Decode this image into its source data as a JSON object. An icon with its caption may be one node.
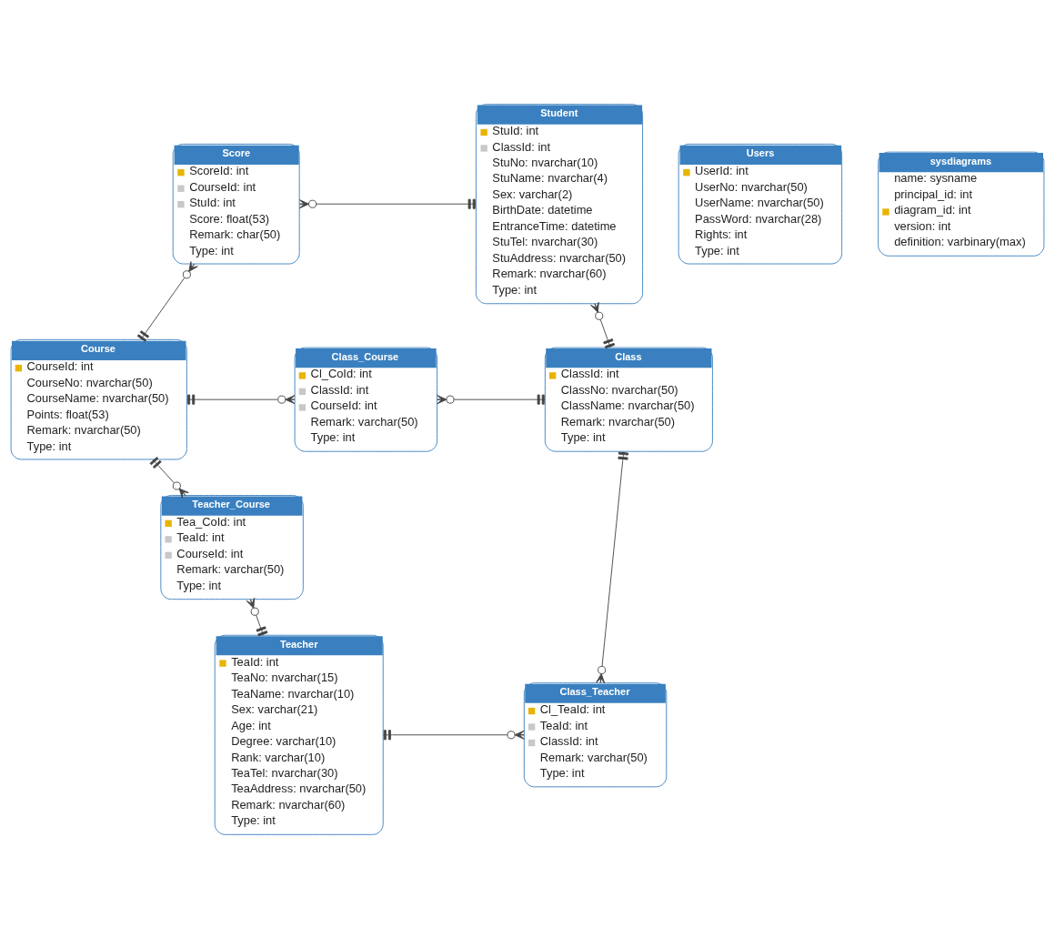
{
  "diagram": {
    "nodes": [
      {
        "text": [
          "Student",
          "StuId: int",
          "ClassId: int",
          "StuNo: nvarchar(10)",
          "StuName: nvarchar(4)",
          "Sex: varchar(2)",
          "BirthDate: datetime",
          "EntranceTime: datetime",
          "StuTel: nvarchar(30)",
          "StuAddress: nvarchar(50)",
          "Remark: nvarchar(60)",
          "Type: int"
        ]
      },
      {
        "text": [
          "Users",
          "UserId: int",
          "UserNo: nvarchar(50)",
          "UserName: nvarchar(50)",
          "PassWord: nvarchar(28)",
          "Rights: int",
          "Type: int"
        ]
      },
      {
        "text": [
          "sysdiagrams",
          "name: sysname",
          "principal_id: int",
          "diagram_id: int",
          "version: int",
          "definition: varbinary(max)"
        ]
      },
      {
        "text": [
          "Score",
          "ScoreId: int",
          "CourseId: int",
          "StuId: int",
          "Score: float(53)",
          "Remark: char(50)",
          "Type: int"
        ]
      },
      {
        "text": [
          "Course",
          "CourseId: int",
          "CourseNo: nvarchar(50)",
          "CourseName: nvarchar(50)",
          "Points: float(53)",
          "Remark: nvarchar(50)",
          "Type: int"
        ]
      },
      {
        "text": [
          "Class_Course",
          "Cl_CoId: int",
          "ClassId: int",
          "CourseId: int",
          "Remark: varchar(50)",
          "Type: int"
        ]
      },
      {
        "text": [
          "Class",
          "ClassId: int",
          "ClassNo: nvarchar(50)",
          "ClassName: nvarchar(50)",
          "Remark: nvarchar(50)",
          "Type: int"
        ]
      },
      {
        "text": [
          "Teacher_Course",
          "Tea_CoId: int",
          "TeaId: int",
          "CourseId: int",
          "Remark: varchar(50)",
          "Type: int"
        ]
      },
      {
        "text": [
          "Teacher",
          "TeaId: int",
          "TeaNo: nvarchar(15)",
          "TeaName: nvarchar(10)",
          "Sex: varchar(21)",
          "Age: int",
          "Degree: varchar(10)",
          "Rank: varchar(10)",
          "TeaTel: nvarchar(30)",
          "TeaAddress: nvarchar(50)",
          "Remark: nvarchar(60)",
          "Type: int"
        ]
      },
      {
        "text": [
          "Class_Teacher",
          "Cl_TeaId: int",
          "TeaId: int",
          "ClassId: int",
          "Remark: varchar(50)",
          "Type: int"
        ]
      }
    ],
    "edges": [
      {
        "from": 3,
        "to": 0,
        "arrow": "other"
      },
      {
        "from": 3,
        "to": 4,
        "arrow": "other"
      },
      {
        "from": 0,
        "to": 6,
        "arrow": "other"
      },
      {
        "from": 4,
        "to": 5,
        "arrow": "other"
      },
      {
        "from": 5,
        "to": 6,
        "arrow": "other"
      },
      {
        "from": 4,
        "to": 7,
        "arrow": "other"
      },
      {
        "from": 7,
        "to": 8,
        "arrow": "other"
      },
      {
        "from": 6,
        "to": 9,
        "arrow": "other"
      },
      {
        "from": 8,
        "to": 9,
        "arrow": "other"
      }
    ]
  }
}
